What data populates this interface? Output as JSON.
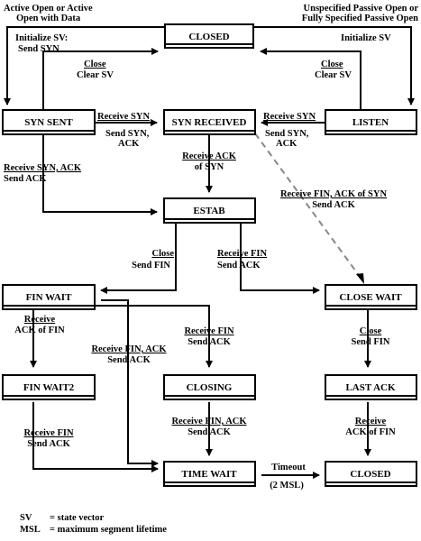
{
  "states": {
    "closed_top": "CLOSED",
    "syn_sent": "SYN SENT",
    "syn_received": "SYN RECEIVED",
    "listen": "LISTEN",
    "estab": "ESTAB",
    "fin_wait": "FIN WAIT",
    "close_wait": "CLOSE WAIT",
    "fin_wait2": "FIN WAIT2",
    "closing": "CLOSING",
    "last_ack": "LAST ACK",
    "time_wait": "TIME WAIT",
    "closed_bottom": "CLOSED"
  },
  "labels": {
    "active_open_1": "Active Open or Active",
    "active_open_2": "Open with Data",
    "init_sv_left_1": "Initialize SV:",
    "init_sv_left_2": "Send SYN",
    "passive_open_1": "Unspecified Passive Open or",
    "passive_open_2": "Fully Specified Passive Open",
    "init_sv_right": "Initialize SV",
    "close_left_1": "Close",
    "close_left_2": "Clear SV",
    "close_right_1": "Close",
    "close_right_2": "Clear SV",
    "recv_syn_left": "Receive SYN",
    "send_synack_left_1": "Send SYN,",
    "send_synack_left_2": "ACK",
    "recv_syn_right": "Receive SYN",
    "send_synack_right_1": "Send SYN,",
    "send_synack_right_2": "ACK",
    "recv_ack_syn_1": "Receive ACK",
    "recv_ack_syn_2": "of SYN",
    "recv_synack_1": "Receive SYN, ACK",
    "recv_synack_2": "Send ACK",
    "recv_finack_syn_1": "Receive FIN, ACK of SYN",
    "recv_finack_syn_2": "Send ACK",
    "close_estab_1": "Close",
    "close_estab_2": "Send FIN",
    "recv_fin_estab_1": "Receive FIN",
    "recv_fin_estab_2": "Send ACK",
    "recv_ack_fin_left_1": "Receive",
    "recv_ack_fin_left_2": "ACK of FIN",
    "recv_finack_mid_1": "Receive FIN, ACK",
    "recv_finack_mid_2": "Send ACK",
    "recv_fin_closing_1": "Receive FIN",
    "recv_fin_closing_2": "Send ACK",
    "close_cw_1": "Close",
    "close_cw_2": "Send FIN",
    "recv_fin_fw2_1": "Receive FIN",
    "recv_fin_fw2_2": "Send ACK",
    "recv_finack_closing_1": "Receive FIN, ACK",
    "recv_finack_closing_2": "Send ACK",
    "recv_ack_fin_right_1": "Receive",
    "recv_ack_fin_right_2": "ACK of FIN",
    "timeout_1": "Timeout",
    "timeout_2": "(2 MSL)"
  },
  "legend": {
    "sv_key": "SV",
    "sv_val": "=  state vector",
    "msl_key": "MSL",
    "msl_val": "=  maximum segment lifetime"
  }
}
